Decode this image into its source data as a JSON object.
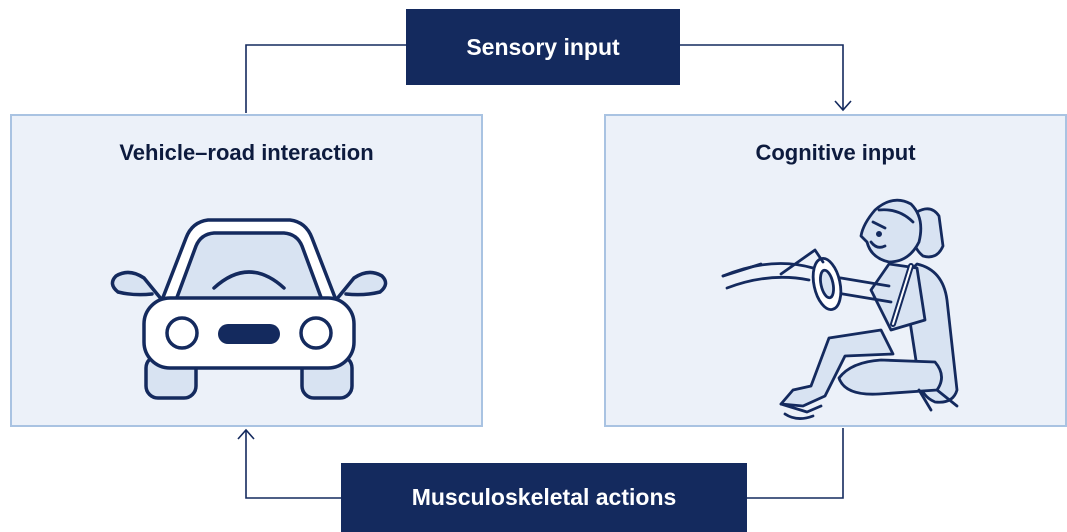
{
  "labels": {
    "sensory": "Sensory input",
    "musculoskeletal": "Musculoskeletal actions"
  },
  "panels": {
    "left_title": "Vehicle–road interaction",
    "right_title": "Cognitive input"
  },
  "colors": {
    "navy": "#142a5e",
    "panel_fill": "#ecf1f9",
    "panel_border": "#a9c3e2",
    "connector": "#142a5e"
  },
  "icons": {
    "left": "car-front-icon",
    "right": "driver-seated-icon"
  }
}
